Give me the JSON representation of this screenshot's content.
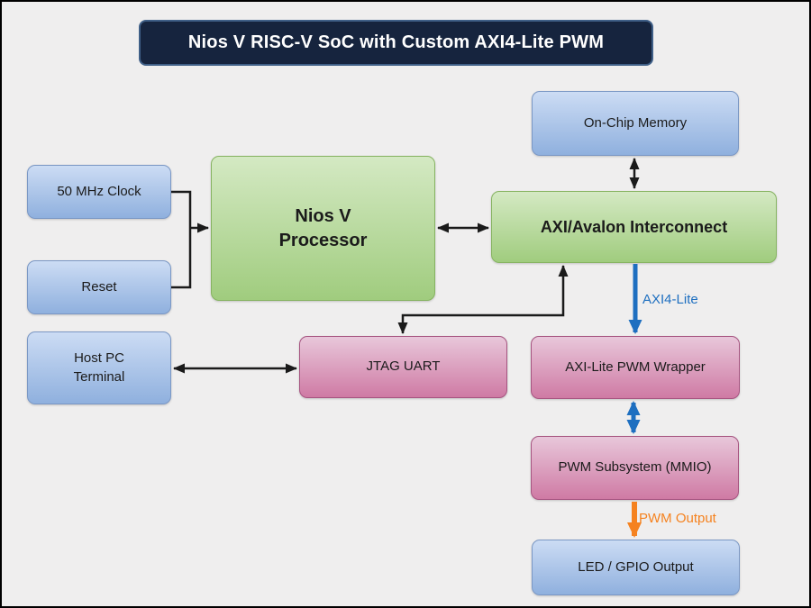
{
  "header": {
    "title": "Nios V RISC-V SoC with Custom AXI4-Lite PWM"
  },
  "nodes": {
    "clock": {
      "label": "50 MHz Clock"
    },
    "reset": {
      "label": "Reset"
    },
    "host_pc": {
      "line1": "Host PC",
      "line2": "Terminal"
    },
    "processor": {
      "line1": "Nios V",
      "line2": "Processor"
    },
    "onchip_memory": {
      "label": "On-Chip Memory"
    },
    "interconnect": {
      "label": "AXI/Avalon Interconnect"
    },
    "jtag_uart": {
      "label": "JTAG UART"
    },
    "pwm_wrapper": {
      "label": "AXI-Lite PWM Wrapper"
    },
    "pwm_subsystem": {
      "label": "PWM Subsystem (MMIO)"
    },
    "led_gpio": {
      "label": "LED / GPIO Output"
    }
  },
  "edge_labels": {
    "axi4_lite": "AXI4-Lite",
    "pwm_output": "PWM Output"
  },
  "colors": {
    "background": "#efeeee",
    "title_bg": "#16243e",
    "title_border": "#3f5f87",
    "title_text": "#ffffff",
    "blue_top": "#ccdcf4",
    "blue_bottom": "#8fb0de",
    "blue_border": "#7a97c4",
    "green_top": "#d4e9c3",
    "green_bottom": "#a0cc7e",
    "green_border": "#86b361",
    "pink_top": "#e8c7da",
    "pink_bottom": "#cf7aa4",
    "pink_border": "#a65480",
    "arrow_black": "#1a1a1a",
    "arrow_blue": "#1e6fc0",
    "arrow_orange": "#f5821f"
  }
}
